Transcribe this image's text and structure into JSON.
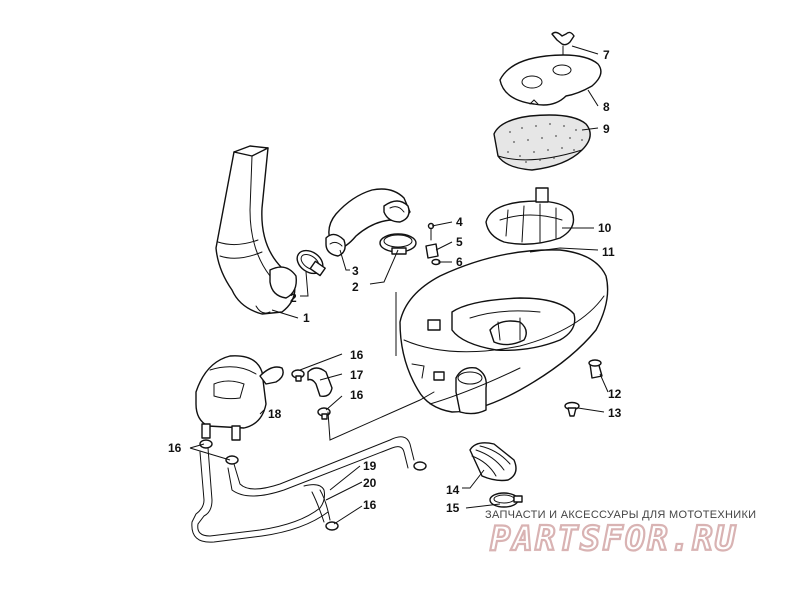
{
  "callouts": {
    "c1": "1",
    "c2a": "2",
    "c2b": "2",
    "c3": "3",
    "c4": "4",
    "c5": "5",
    "c6": "6",
    "c7": "7",
    "c8": "8",
    "c9": "9",
    "c10": "10",
    "c11": "11",
    "c12": "12",
    "c13": "13",
    "c14": "14",
    "c15": "15",
    "c16a": "16",
    "c16b": "16",
    "c16c": "16",
    "c16d": "16",
    "c17": "17",
    "c18": "18",
    "c19": "19",
    "c20": "20"
  },
  "watermark": {
    "tagline": "ЗАПЧАСТИ И АКСЕССУАРЫ ДЛЯ МОТОТЕХНИКИ",
    "logo": "PARTSFOR.RU"
  },
  "colors": {
    "line": "#111111",
    "foam": "#e6e6e6",
    "watermark": "#d9b3b3"
  }
}
